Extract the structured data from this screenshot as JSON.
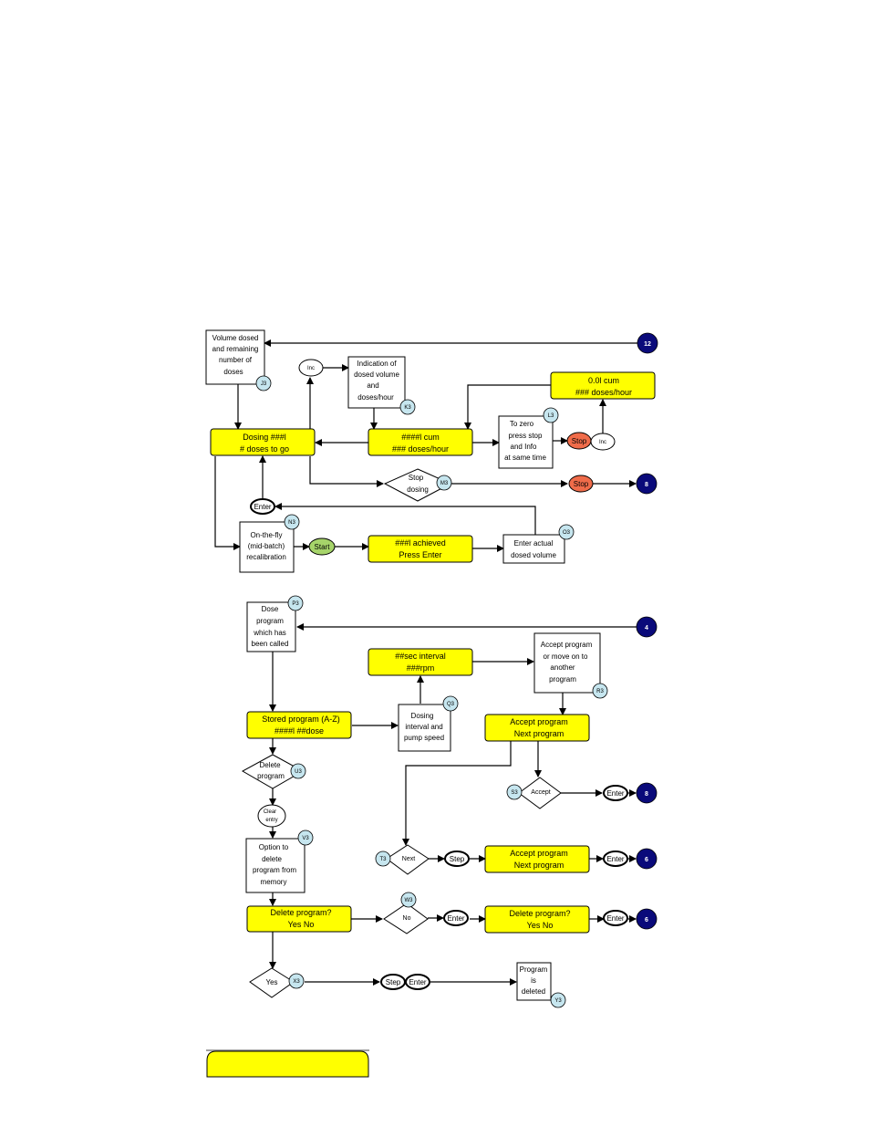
{
  "colors": {
    "display_yellow": "#ffff00",
    "badge_blue": "#c6e6ef",
    "connector_navy": "#0a0a7a",
    "stop_red": "#f06c4a",
    "start_green": "#a6d46a"
  },
  "section1": {
    "info_volume": {
      "lines": [
        "Volume dosed",
        "and remaining",
        "number of",
        "doses"
      ],
      "badge": "J3"
    },
    "connector_12": "12",
    "key_inc_1": "Inc",
    "info_indication": {
      "lines": [
        "Indication of",
        "dosed volume",
        "and",
        "doses/hour"
      ],
      "badge": "K3"
    },
    "display_001": {
      "lines": [
        "0.0l   cum",
        "### doses/hour"
      ]
    },
    "display_dosing": {
      "lines": [
        "Dosing ###l",
        "# doses to go"
      ]
    },
    "display_cum": {
      "lines": [
        "####l   cum",
        "### doses/hour"
      ]
    },
    "info_zero": {
      "lines": [
        "To zero",
        "press stop",
        "and Info",
        "at same time"
      ],
      "badge": "L3"
    },
    "key_stop_1": "Stop",
    "key_inc_2": "Inc",
    "diamond_stop": {
      "lines": [
        "Stop",
        "dosing"
      ],
      "badge": "M3"
    },
    "key_stop_2": "Stop",
    "connector_8a": "8",
    "key_enter_1": "Enter",
    "info_recal": {
      "lines": [
        "On-the-fly",
        "(mid-batch)",
        "recalibration"
      ],
      "badge": "N3"
    },
    "key_start": "Start",
    "display_achieved": {
      "lines": [
        "###l achieved",
        "Press Enter"
      ]
    },
    "info_actual": {
      "lines": [
        "Enter actual",
        "dosed volume"
      ],
      "badge": "O3"
    }
  },
  "section2": {
    "info_dose_program": {
      "lines": [
        "Dose",
        "program",
        "which has",
        "been called"
      ],
      "badge": "P3"
    },
    "connector_4": "4",
    "display_interval": {
      "lines": [
        "##sec interval",
        "###rpm"
      ]
    },
    "info_accept_move": {
      "lines": [
        "Accept program",
        "or move on to",
        "another",
        "program"
      ],
      "badge": "R3"
    },
    "display_stored": {
      "lines": [
        "Stored program (A-Z)",
        "####l  ##dose"
      ]
    },
    "info_dosing_interval": {
      "lines": [
        "Dosing",
        "interval and",
        "pump speed"
      ],
      "badge": "Q3"
    },
    "display_accept_1": {
      "lines": [
        "Accept program",
        "Next program"
      ]
    },
    "diamond_delete": {
      "lines": [
        "Delete",
        "program"
      ],
      "badge": "U3"
    },
    "diamond_accept": {
      "lines": [
        "Accept"
      ],
      "badge": "S3"
    },
    "key_enter_accept": "Enter",
    "connector_8b": "8",
    "key_clear_entry": {
      "lines": [
        "Clear",
        "entry"
      ]
    },
    "info_option_delete": {
      "lines": [
        "Option to",
        "delete",
        "program from",
        "memory"
      ],
      "badge": "V3"
    },
    "diamond_next": {
      "lines": [
        "Next"
      ],
      "badge": "T3"
    },
    "key_step_1": "Step",
    "display_accept_2": {
      "lines": [
        "Accept program",
        "Next program"
      ]
    },
    "key_enter_next": "Enter",
    "connector_6a": "6",
    "display_delete_1": {
      "lines": [
        "Delete program?",
        "Yes No"
      ]
    },
    "diamond_no": {
      "lines": [
        "No"
      ],
      "badge": "W3"
    },
    "key_enter_no": "Enter",
    "display_delete_2": {
      "lines": [
        "Delete program?",
        "Yes No"
      ]
    },
    "key_enter_delete": "Enter",
    "connector_6b": "6",
    "diamond_yes": {
      "lines": [
        "Yes"
      ],
      "badge": "X3"
    },
    "key_step_2": "Step",
    "key_enter_yes": "Enter",
    "info_deleted": {
      "lines": [
        "Program",
        "is",
        "deleted"
      ],
      "badge": "Y3"
    }
  },
  "legend": {
    "display_swatch_label": ""
  }
}
